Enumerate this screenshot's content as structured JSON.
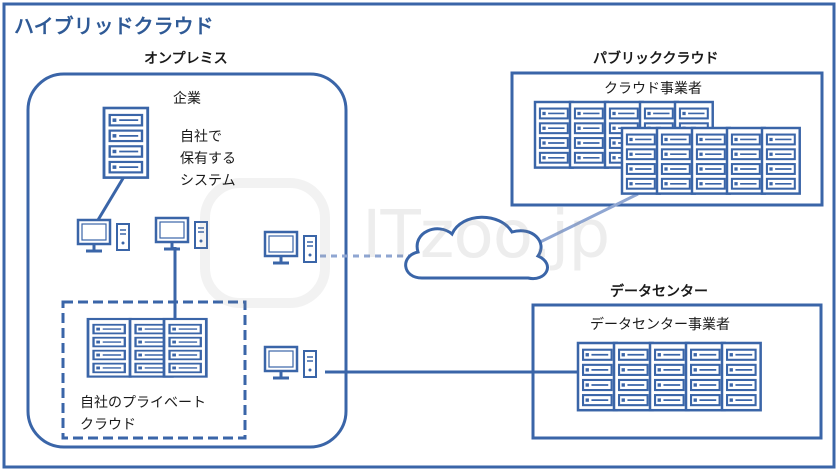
{
  "title": "ハイブリッドクラウド",
  "on_premise": {
    "label": "オンプレミス",
    "company_label": "企業",
    "owned_system_label": "自社で\n保有する\nシステム",
    "private_cloud_label": "自社のプライベート\nクラウド"
  },
  "public_cloud": {
    "label": "パブリッククラウド",
    "provider_label": "クラウド事業者"
  },
  "data_center": {
    "label": "データセンター",
    "provider_label": "データセンター事業者"
  },
  "watermark": "ITzoo.jp",
  "colors": {
    "accent": "#3a65a8",
    "line_light": "#8fa6d2",
    "fill": "#ffffff"
  },
  "icons": [
    "server-rack-icon",
    "desktop-computer-icon",
    "cloud-icon"
  ]
}
